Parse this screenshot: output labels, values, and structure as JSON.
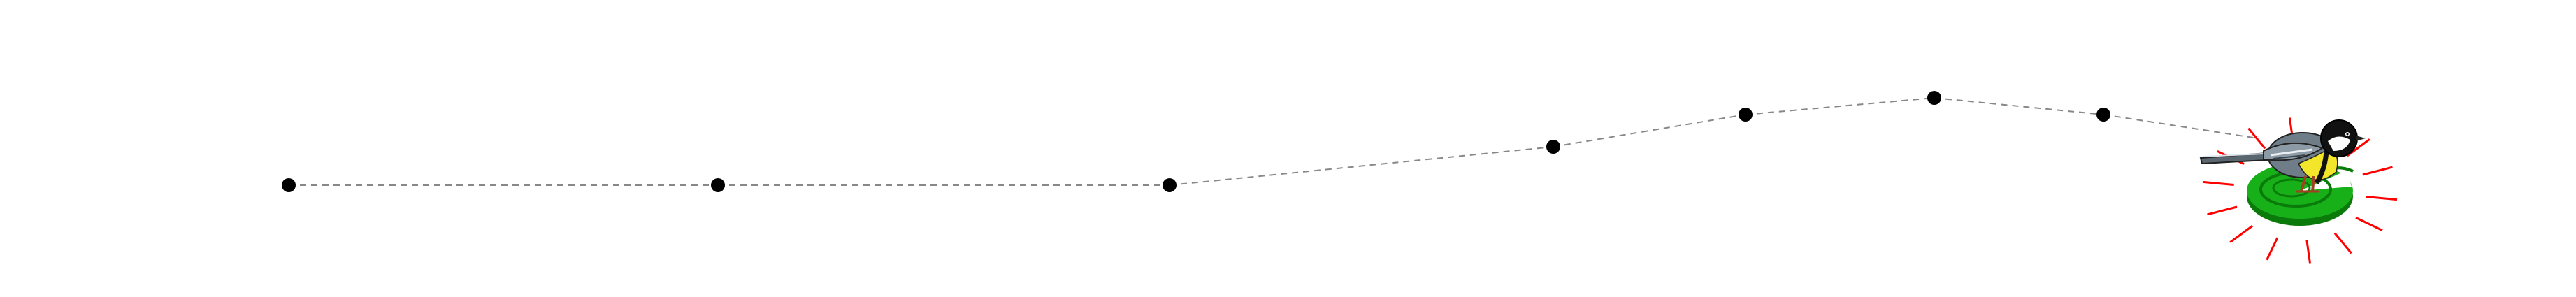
{
  "scene": {
    "type": "path-trail",
    "colors": {
      "background": "#ffffff",
      "waypoint": "#000000",
      "trail": "#888888",
      "burst": "#ff0000",
      "lily_pad": "#18b018",
      "lily_pad_dark": "#0a7a0a",
      "bird_back": "#6f7d88",
      "bird_belly": "#f2e52a",
      "bird_head": "#111111",
      "bird_cheek": "#ffffff"
    },
    "waypoints": [
      {
        "id": 1,
        "state": "visited"
      },
      {
        "id": 2,
        "state": "visited"
      },
      {
        "id": 3,
        "state": "visited"
      },
      {
        "id": 4,
        "state": "visited"
      },
      {
        "id": 5,
        "state": "visited"
      },
      {
        "id": 6,
        "state": "visited"
      },
      {
        "id": 7,
        "state": "visited"
      },
      {
        "id": 8,
        "state": "current"
      }
    ],
    "player": {
      "icon": "great-tit-bird-icon",
      "at_waypoint": 8
    },
    "goal": {
      "icon": "lily-pad-icon",
      "highlight": "red-burst"
    }
  }
}
